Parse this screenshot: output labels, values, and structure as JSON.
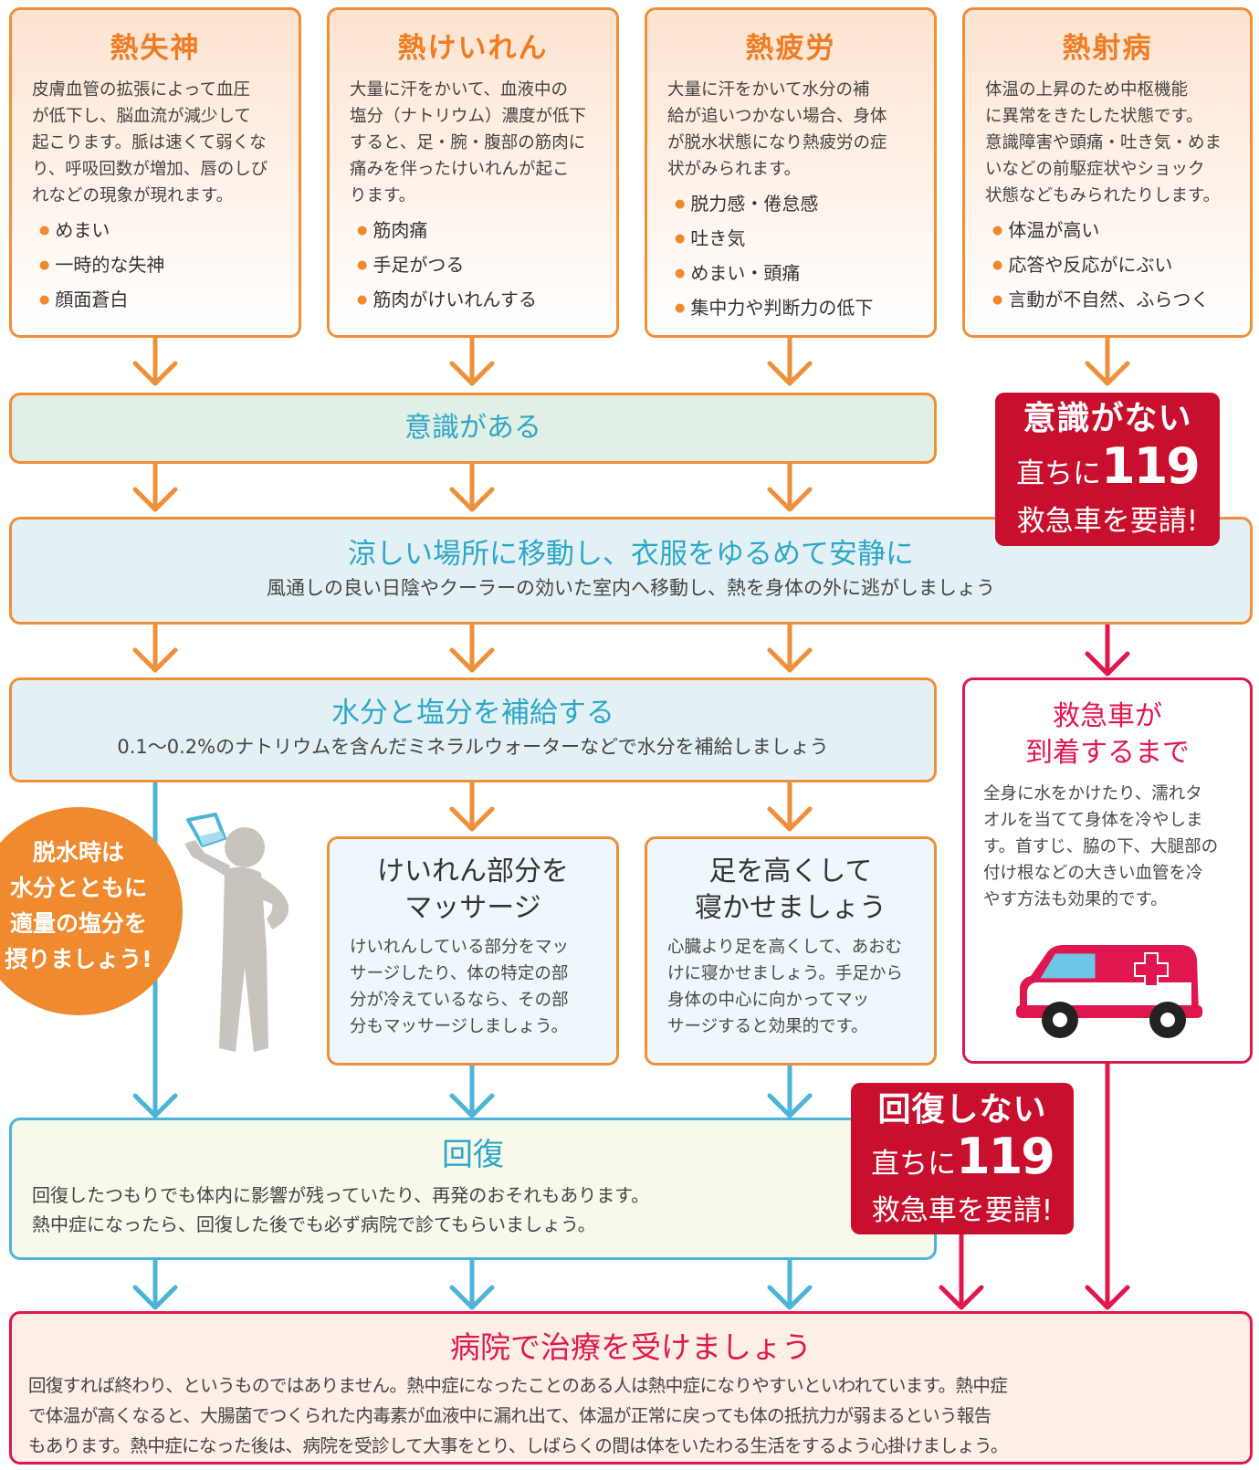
{
  "conditions": [
    {
      "title": "熱失神",
      "desc_lines": [
        "皮膚血管の拡張によって血圧",
        "が低下し、脳血流が減少して",
        "起こります。脈は速くて弱くな",
        "り、呼吸回数が増加、唇のしび",
        "れなどの現象が現れます。"
      ],
      "symptoms": [
        "めまい",
        "一時的な失神",
        "顔面蒼白"
      ]
    },
    {
      "title": "熱けいれん",
      "desc_lines": [
        "大量に汗をかいて、血液中の",
        "塩分（ナトリウム）濃度が低下",
        "すると、足・腕・腹部の筋肉に",
        "痛みを伴ったけいれんが起こ",
        "ります。"
      ],
      "symptoms": [
        "筋肉痛",
        "手足がつる",
        "筋肉がけいれんする"
      ]
    },
    {
      "title": "熱疲労",
      "desc_lines": [
        "大量に汗をかいて水分の補",
        "給が追いつかない場合、身体",
        "が脱水状態になり熱疲労の症",
        "状がみられます。"
      ],
      "symptoms": [
        "脱力感・倦怠感",
        "吐き気",
        "めまい・頭痛",
        "集中力や判断力の低下"
      ]
    },
    {
      "title": "熱射病",
      "desc_lines": [
        "体温の上昇のため中枢機能",
        "に異常をきたした状態です。",
        "意識障害や頭痛・吐き気・めま",
        "いなどの前駆症状やショック",
        "状態などもみられたりします。"
      ],
      "symptoms": [
        "体温が高い",
        "応答や反応がにぶい",
        "言動が不自然、ふらつく"
      ]
    }
  ],
  "conscious": "意識がある",
  "unconscious": {
    "title": "意識がない",
    "prefix": "直ちに",
    "number": "119",
    "action": "救急車を要請!"
  },
  "cool_place": {
    "title": "涼しい場所に移動し、衣服をゆるめて安静に",
    "sub": "風通しの良い日陰やクーラーの効いた室内へ移動し、熱を身体の外に逃がしましょう"
  },
  "hydrate": {
    "title": "水分と塩分を補給する",
    "sub": "0.1〜0.2%のナトリウムを含んだミネラルウォーターなどで水分を補給しましょう"
  },
  "ambulance": {
    "title_lines": [
      "救急車が",
      "到着するまで"
    ],
    "desc_lines": [
      "全身に水をかけたり、濡れタ",
      "オルを当てて身体を冷やしま",
      "す。首すじ、脇の下、大腿部の",
      "付け根などの大きい血管を冷",
      "やす方法も効果的です。"
    ]
  },
  "badge_lines": [
    "脱水時は",
    "水分とともに",
    "適量の塩分を",
    "摂りましょう!"
  ],
  "massage": {
    "title_lines": [
      "けいれん部分を",
      "マッサージ"
    ],
    "desc_lines": [
      "けいれんしている部分をマッ",
      "サージしたり、体の特定の部",
      "分が冷えているなら、その部",
      "分もマッサージしましょう。"
    ]
  },
  "elevate": {
    "title_lines": [
      "足を高くして",
      "寝かせましょう"
    ],
    "desc_lines": [
      "心臓より足を高くして、あおむ",
      "けに寝かせましょう。手足から",
      "身体の中心に向かってマッ",
      "サージすると効果的です。"
    ]
  },
  "recovery": {
    "title": "回復",
    "lines": [
      "回復したつもりでも体内に影響が残っていたり、再発のおそれもあります。",
      "熱中症になったら、回復した後でも必ず病院で診てもらいましょう。"
    ]
  },
  "not_recovered": {
    "title": "回復しない",
    "prefix": "直ちに",
    "number": "119",
    "action": "救急車を要請!"
  },
  "hospital": {
    "title": "病院で治療を受けましょう",
    "lines": [
      "回復すれば終わり、というものではありません。熱中症になったことのある人は熱中症になりやすいといわれています。熱中症",
      "で体温が高くなると、大腸菌でつくられた内毒素が血液中に漏れ出て、体温が正常に戻っても体の抵抗力が弱まるという報告",
      "もあります。熱中症になった後は、病院を受診して大事をとり、しばらくの間は体をいたわる生活をするよう心掛けましょう。"
    ]
  },
  "colors": {
    "orange": "#f08f3a",
    "blue": "#4cb4d8",
    "red": "#e0174f",
    "dark_red": "#c8102e",
    "teal_text": "#2ea7c7"
  },
  "icons": [
    "person-drinking-icon",
    "ambulance-icon"
  ]
}
